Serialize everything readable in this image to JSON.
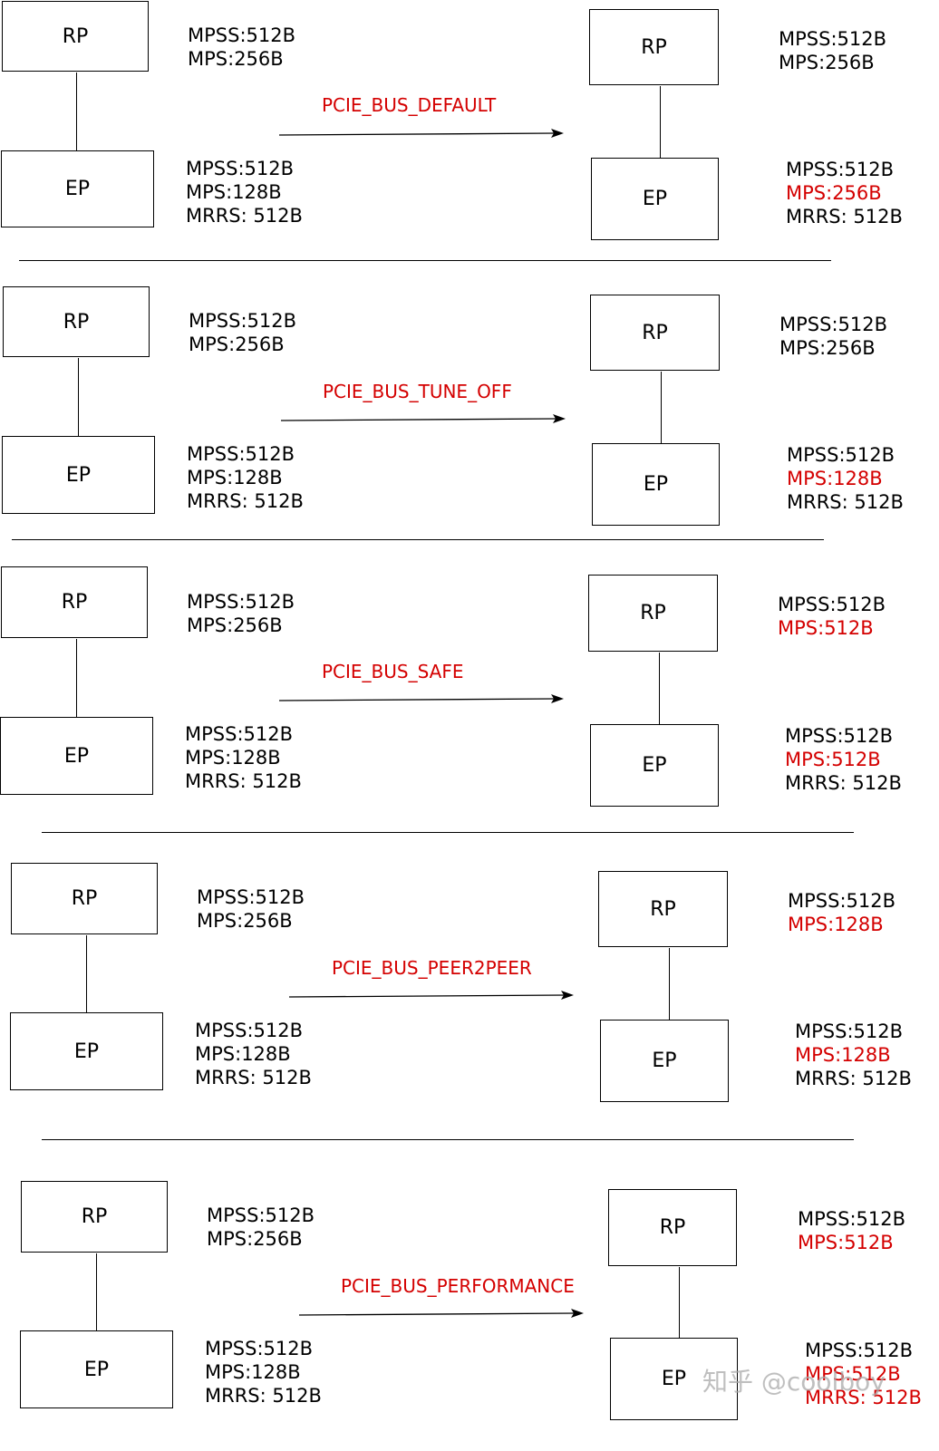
{
  "labels": {
    "rp": "RP",
    "ep": "EP"
  },
  "colors": {
    "highlight": "#d40000",
    "line": "#000000"
  },
  "panels": [
    {
      "mode": "PCIE_BUS_DEFAULT",
      "before": {
        "rp": [
          "MPSS:512B",
          "MPS:256B"
        ],
        "ep": [
          "MPSS:512B",
          "MPS:128B",
          "MRRS: 512B"
        ]
      },
      "after": {
        "rp": [
          "MPSS:512B",
          "MPS:256B"
        ],
        "ep": [
          "MPSS:512B",
          "MPS:256B",
          "MRRS: 512B"
        ]
      }
    },
    {
      "mode": "PCIE_BUS_TUNE_OFF",
      "before": {
        "rp": [
          "MPSS:512B",
          "MPS:256B"
        ],
        "ep": [
          "MPSS:512B",
          "MPS:128B",
          "MRRS: 512B"
        ]
      },
      "after": {
        "rp": [
          "MPSS:512B",
          "MPS:256B"
        ],
        "ep": [
          "MPSS:512B",
          "MPS:128B",
          "MRRS: 512B"
        ]
      }
    },
    {
      "mode": "PCIE_BUS_SAFE",
      "before": {
        "rp": [
          "MPSS:512B",
          "MPS:256B"
        ],
        "ep": [
          "MPSS:512B",
          "MPS:128B",
          "MRRS: 512B"
        ]
      },
      "after": {
        "rp": [
          "MPSS:512B",
          "MPS:512B"
        ],
        "ep": [
          "MPSS:512B",
          "MPS:512B",
          "MRRS: 512B"
        ]
      }
    },
    {
      "mode": "PCIE_BUS_PEER2PEER",
      "before": {
        "rp": [
          "MPSS:512B",
          "MPS:256B"
        ],
        "ep": [
          "MPSS:512B",
          "MPS:128B",
          "MRRS: 512B"
        ]
      },
      "after": {
        "rp": [
          "MPSS:512B",
          "MPS:128B"
        ],
        "ep": [
          "MPSS:512B",
          "MPS:128B",
          "MRRS: 512B"
        ]
      }
    },
    {
      "mode": "PCIE_BUS_PERFORMANCE",
      "before": {
        "rp": [
          "MPSS:512B",
          "MPS:256B"
        ],
        "ep": [
          "MPSS:512B",
          "MPS:128B",
          "MRRS: 512B"
        ]
      },
      "after": {
        "rp": [
          "MPSS:512B",
          "MPS:512B"
        ],
        "ep": [
          "MPSS:512B",
          "MPS:512B",
          "MRRS: 512B"
        ]
      }
    }
  ],
  "watermark": "知乎 @coolboy"
}
